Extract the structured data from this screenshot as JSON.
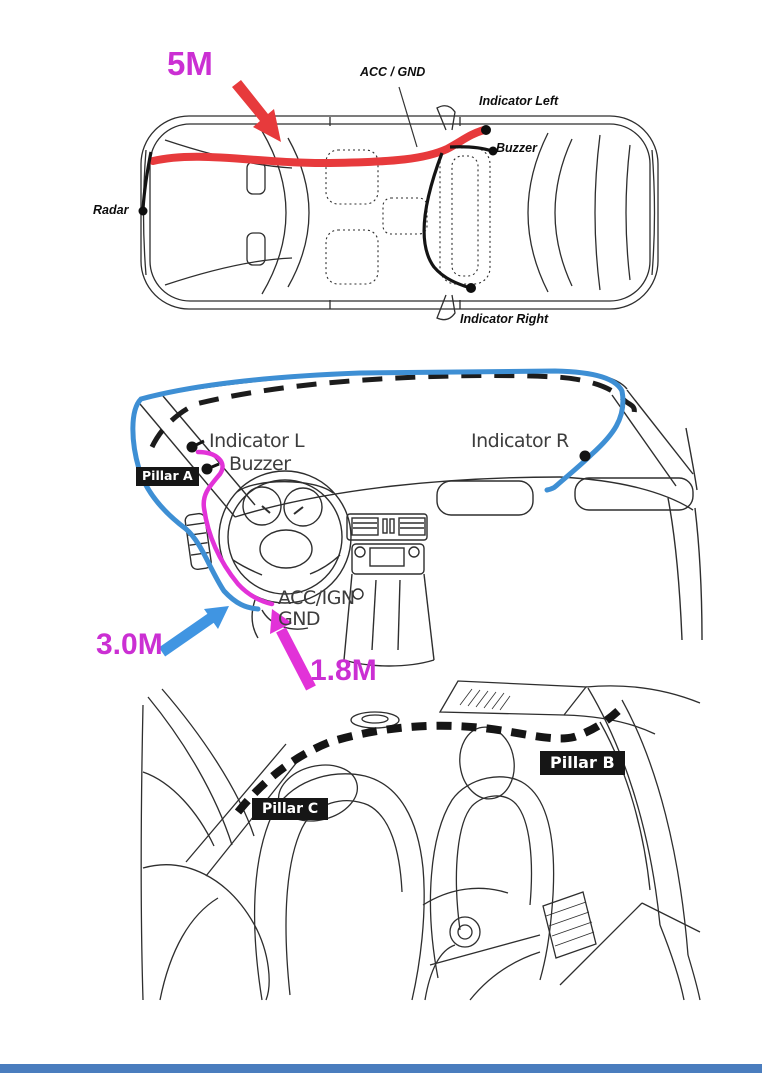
{
  "document": {
    "type": "car wiring installation diagram",
    "panels": [
      "top view wiring route",
      "dashboard wiring route",
      "cabin pillar routing"
    ]
  },
  "colors": {
    "wire_power_red": "#e73a3c",
    "wire_blue": "#3e8fd4",
    "wire_magenta": "#e232d8",
    "length_text_magenta": "#cb2fd3",
    "wire_black": "#1c1c1c",
    "badge_bg": "#161616",
    "badge_text": "#ffffff",
    "line_art": "#2e2e2e",
    "footer_bar": "#4a7dbe"
  },
  "top_view": {
    "length_label": "5M",
    "acc_gnd": "ACC / GND",
    "indicator_left": "Indicator Left",
    "buzzer": "Buzzer",
    "radar": "Radar",
    "indicator_right": "Indicator Right"
  },
  "dashboard_view": {
    "indicator_l": "Indicator L",
    "buzzer": "Buzzer",
    "pillar_a": "Pillar A",
    "indicator_r": "Indicator R",
    "acc_ign": "ACC/IGN",
    "gnd": "GND",
    "blue_wire_length": "3.0M",
    "magenta_wire_length": "1.8M"
  },
  "cabin_view": {
    "pillar_b": "Pillar B",
    "pillar_c": "Pillar C"
  }
}
